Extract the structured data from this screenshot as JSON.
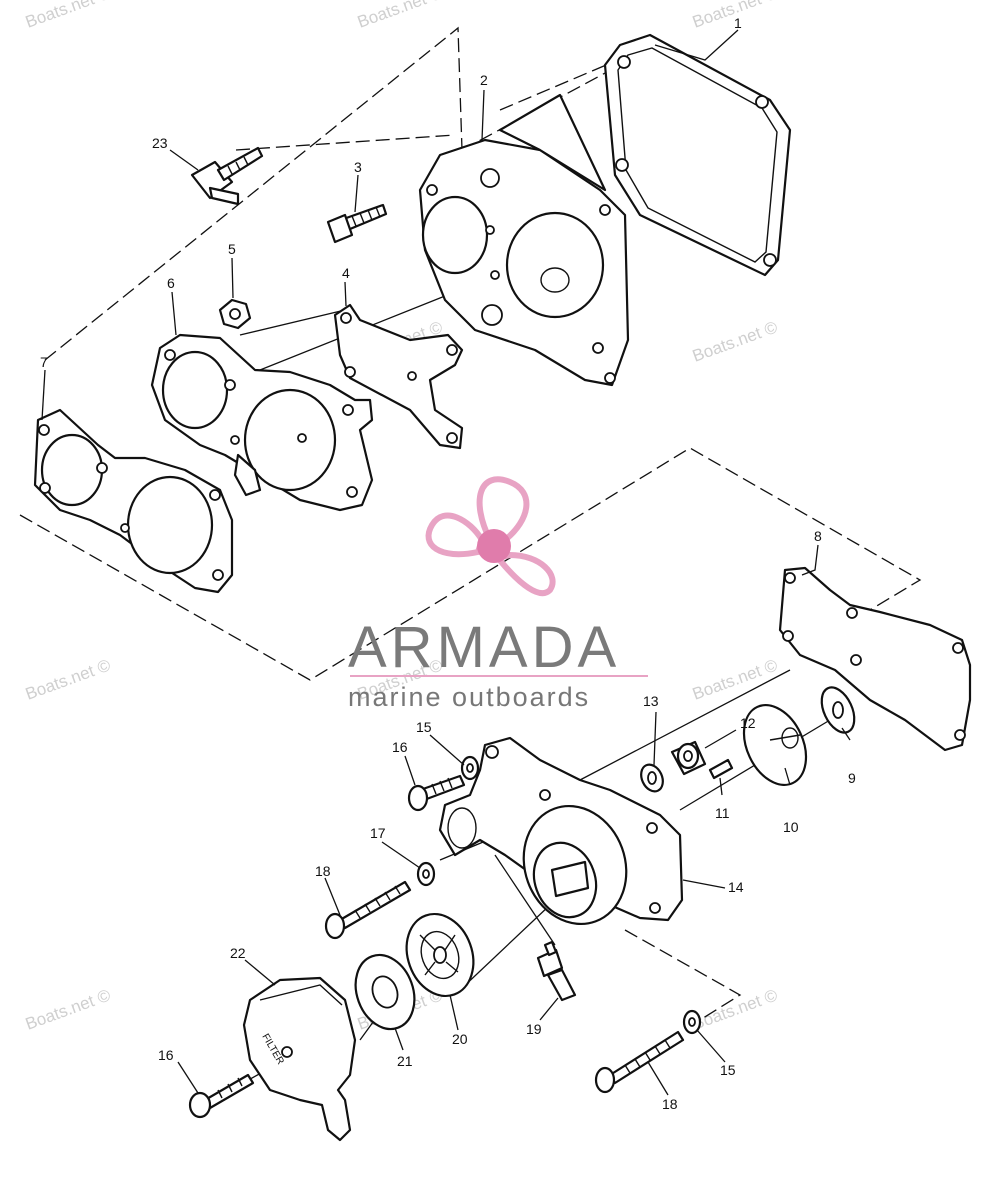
{
  "watermark": "Boats.net ©",
  "logo": {
    "name": "ARMADA",
    "tagline": "marine outboards",
    "accent": "#e8a3c4",
    "hub": "#e07cab"
  },
  "filter_label": "FILTER",
  "callouts": [
    "1",
    "2",
    "3",
    "4",
    "5",
    "6",
    "7",
    "8",
    "9",
    "10",
    "11",
    "12",
    "13",
    "14",
    "15",
    "16",
    "17",
    "18",
    "19",
    "20",
    "21",
    "22",
    "23"
  ],
  "extra_callouts": {
    "c15b": "15",
    "c16b": "16",
    "c18b": "18"
  }
}
